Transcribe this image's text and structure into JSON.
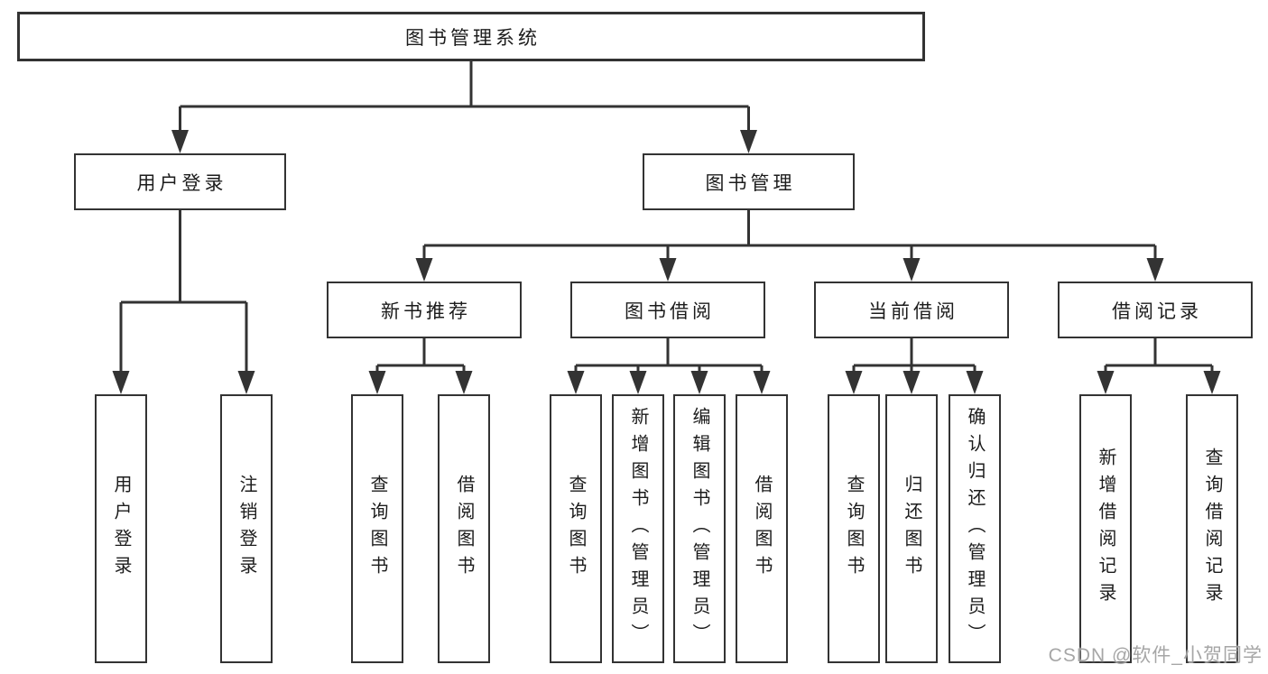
{
  "nodes": {
    "root": "图书管理系统",
    "user_login": "用户登录",
    "book_management": "图书管理",
    "new_book_recommend": "新书推荐",
    "book_borrowing": "图书借阅",
    "current_borrowing": "当前借阅",
    "borrowing_records": "借阅记录",
    "leaf_user_login": "用户登录",
    "leaf_logout": "注销登录",
    "leaf_query_books_1": "查询图书",
    "leaf_borrow_books_1": "借阅图书",
    "leaf_query_books_2": "查询图书",
    "leaf_add_books_admin": "新增图书（管理员）",
    "leaf_edit_books_admin": "编辑图书（管理员）",
    "leaf_borrow_books_2": "借阅图书",
    "leaf_query_books_3": "查询图书",
    "leaf_return_books": "归还图书",
    "leaf_confirm_return_admin": "确认归还（管理员）",
    "leaf_add_borrow_record": "新增借阅记录",
    "leaf_query_borrow_record": "查询借阅记录"
  },
  "hierarchy": {
    "图书管理系统": {
      "用户登录": [
        "用户登录",
        "注销登录"
      ],
      "图书管理": {
        "新书推荐": [
          "查询图书",
          "借阅图书"
        ],
        "图书借阅": [
          "查询图书",
          "新增图书（管理员）",
          "编辑图书（管理员）",
          "借阅图书"
        ],
        "当前借阅": [
          "查询图书",
          "归还图书",
          "确认归还（管理员）"
        ],
        "借阅记录": [
          "新增借阅记录",
          "查询借阅记录"
        ]
      }
    }
  },
  "watermark": "CSDN @软件_小贺同学",
  "colors": {
    "line": "#333333",
    "box_border": "#333333",
    "box_fill": "#ffffff",
    "text": "#1c1c1c",
    "background": "#ffffff",
    "watermark": "#9e9e9e"
  }
}
